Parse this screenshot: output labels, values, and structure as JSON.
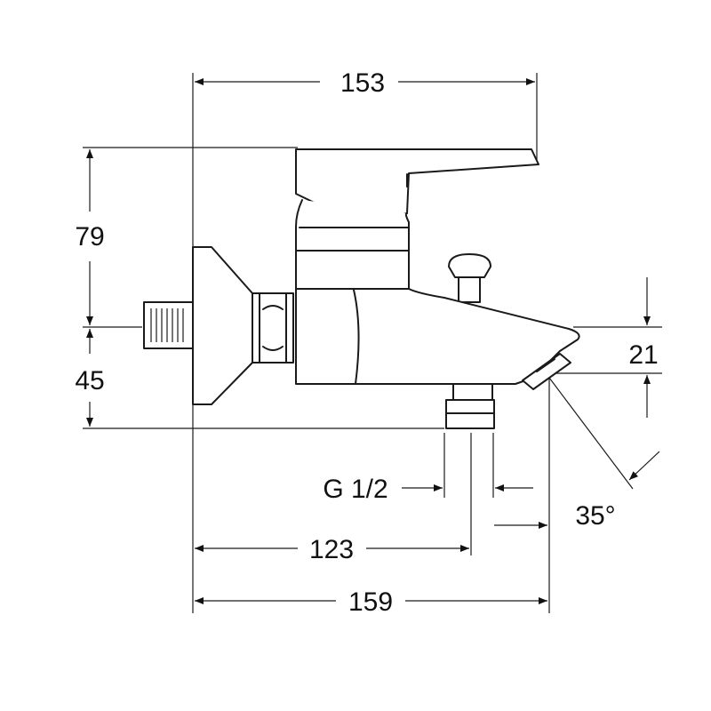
{
  "drawing": {
    "subject": "bath-mixer-side-view",
    "colors": {
      "line": "#1a1a1a",
      "background": "#ffffff"
    }
  },
  "dimensions": {
    "top_width": "153",
    "upper_height": "79",
    "lower_height": "45",
    "spout_height": "21",
    "connection_thread": "G 1/2",
    "outlet_distance": "123",
    "overall_width": "159",
    "spout_angle": "35°"
  }
}
